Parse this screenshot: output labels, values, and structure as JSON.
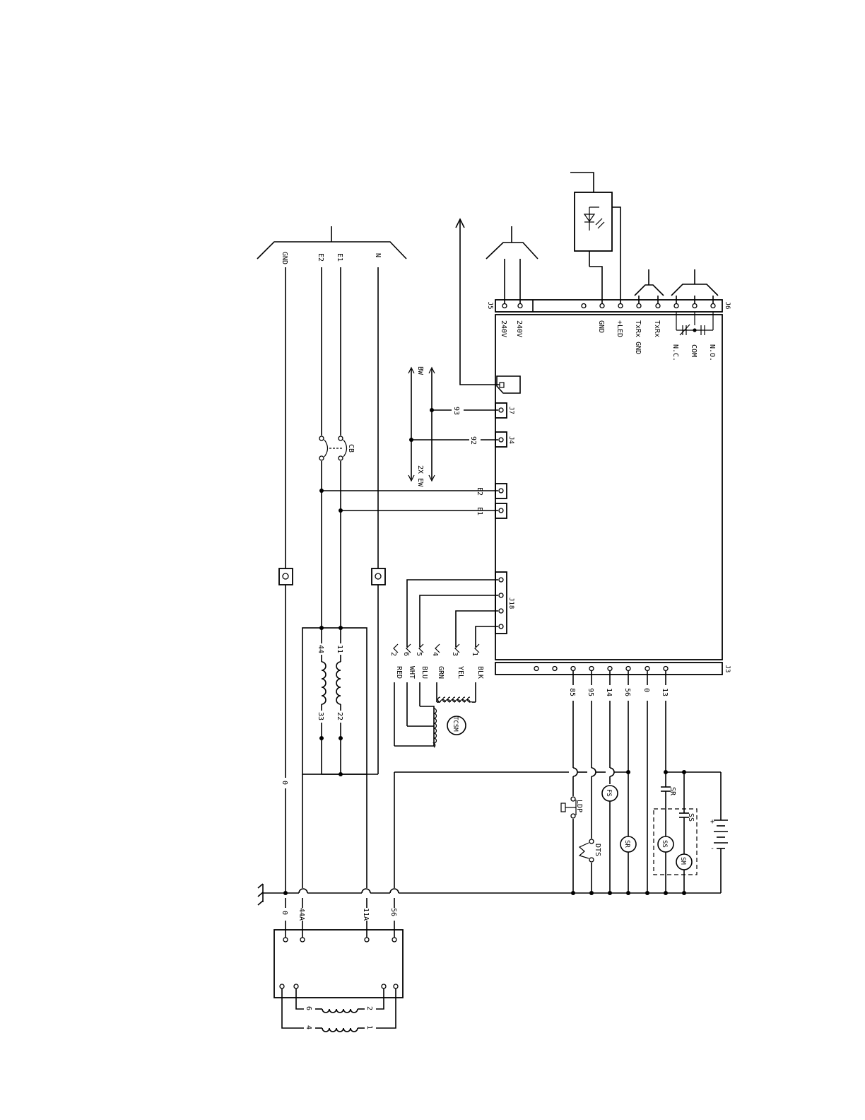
{
  "connectors": {
    "j5": "J5",
    "j6": "J6",
    "j3": "J3",
    "j7": "J7",
    "j4": "J4",
    "j18": "J18"
  },
  "j5_pins": [
    "240V",
    "240V"
  ],
  "j6_pins": [
    "GND",
    "+LED",
    "TxRx GND",
    "TxRx",
    "N.C.",
    "COM",
    "N.O."
  ],
  "supply": [
    "GND",
    "E2",
    "E1",
    "N"
  ],
  "breaker": "CB",
  "board_wires": [
    "E2",
    "E1"
  ],
  "bw_labels": {
    "top": "BW",
    "bottom": "2X EW",
    "w93": "93",
    "w92": "92"
  },
  "transformer": {
    "w44": "44",
    "w11": "11",
    "w33": "33",
    "w22": "22"
  },
  "tcsm": {
    "label": "TCSM",
    "pins": [
      "2",
      "6",
      "5",
      "4",
      "3",
      "1"
    ],
    "colors": [
      "RED",
      "WHT",
      "BLU",
      "GRN",
      "YEL",
      "BLK"
    ]
  },
  "j3_pins": [
    "85",
    "95",
    "14",
    "56",
    "0",
    "13"
  ],
  "controls": {
    "ldp": "LDP",
    "dts": "DTS",
    "fs": "FS",
    "sr_contact": "SR",
    "sr_coil": "SR",
    "ss_contact": "SS",
    "ss_coil": "SS",
    "sm_coil": "SM"
  },
  "battery": {
    "plus": "+",
    "minus": "-"
  },
  "ground_wire": "0",
  "bottom_wires": [
    "0",
    "44A",
    "11A",
    "56"
  ],
  "bottom_transformer": {
    "t6": "6",
    "t2": "2",
    "t4": "4",
    "t1": "1"
  }
}
